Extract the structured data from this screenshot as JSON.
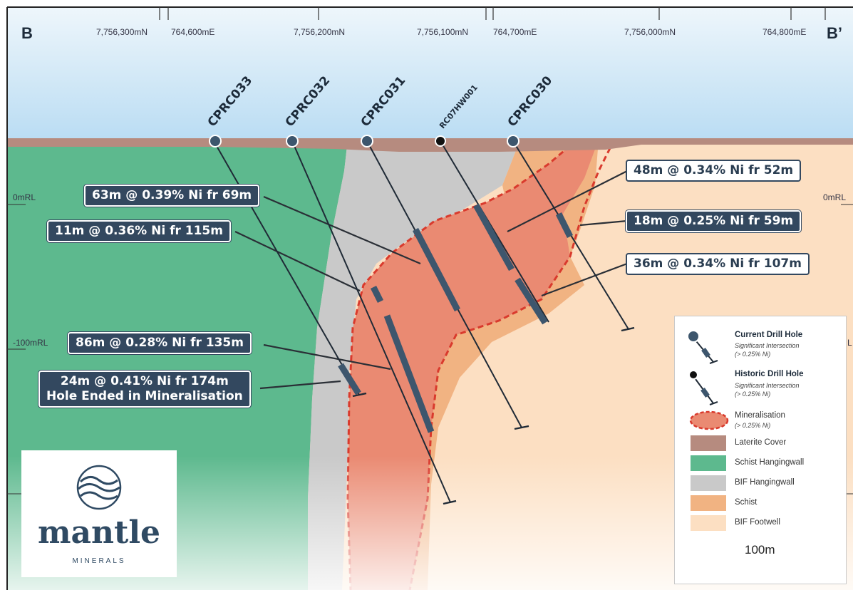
{
  "header": {
    "section_left": "B",
    "section_right": "B’",
    "coords": [
      "7,756,300mN",
      "764,600mE",
      "7,756,200mN",
      "7,756,100mN",
      "764,700mE",
      "7,756,000mN",
      "764,800mE"
    ]
  },
  "rl_labels": {
    "left_0": "0mRL",
    "right_0": "0mRL",
    "left_m100": "-100mRL",
    "right_m100_partial": "L"
  },
  "drill_holes": [
    {
      "id": "CPRC033",
      "type": "current"
    },
    {
      "id": "CPRC032",
      "type": "current"
    },
    {
      "id": "CPRC031",
      "type": "current"
    },
    {
      "id": "RC07HW001",
      "type": "historic"
    },
    {
      "id": "CPRC030",
      "type": "current"
    }
  ],
  "intersections": {
    "i1": "63m @ 0.39% Ni fr 69m",
    "i2": "11m @ 0.36% Ni fr 115m",
    "i3": "86m @ 0.28% Ni fr 135m",
    "i4a": "24m @ 0.41% Ni fr 174m",
    "i4b": "Hole Ended in Mineralisation",
    "i5": "48m @ 0.34% Ni fr 52m",
    "i6": "18m @ 0.25% Ni fr 59m",
    "i7": "36m @ 0.34% Ni fr 107m"
  },
  "legend": {
    "current_title": "Current Drill Hole",
    "current_sub1": "Significant Intersection",
    "current_sub2": "(> 0.25% Ni)",
    "historic_title": "Historic Drill Hole",
    "historic_sub1": "Significant Intersection",
    "historic_sub2": "(> 0.25% Ni)",
    "mineral_title": "Mineralisation",
    "mineral_sub": "(> 0.25% Ni)",
    "units": [
      {
        "label": "Laterite Cover",
        "color": "#b68b7f"
      },
      {
        "label": "Schist Hangingwall",
        "color": "#5db98e"
      },
      {
        "label": "BIF Hangingwall",
        "color": "#c9c9c9"
      },
      {
        "label": "Schist",
        "color": "#f1b382"
      },
      {
        "label": "BIF Footwell",
        "color": "#fcdfc2"
      }
    ],
    "scale_label": "100m"
  },
  "logo": {
    "name": "mantle",
    "sub": "MINERALS"
  },
  "colors": {
    "mineralisation": "#ea8a72",
    "mineral_border": "#d93a2d",
    "drill_trace": "#1f2a36",
    "intersection_bar": "#3d566d",
    "callout_fill": "#33485f"
  }
}
